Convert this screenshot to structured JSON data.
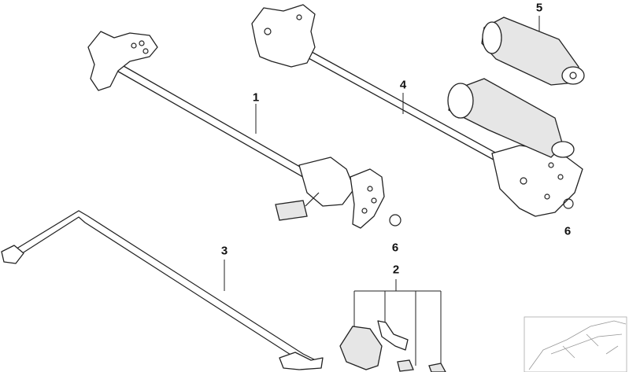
{
  "callouts": [
    {
      "id": "1",
      "text": "1"
    },
    {
      "id": "2",
      "text": "2"
    },
    {
      "id": "3",
      "text": "3"
    },
    {
      "id": "4",
      "text": "4"
    },
    {
      "id": "5",
      "text": "5"
    },
    {
      "id": "6a",
      "text": "6"
    },
    {
      "id": "6b",
      "text": "6"
    }
  ]
}
